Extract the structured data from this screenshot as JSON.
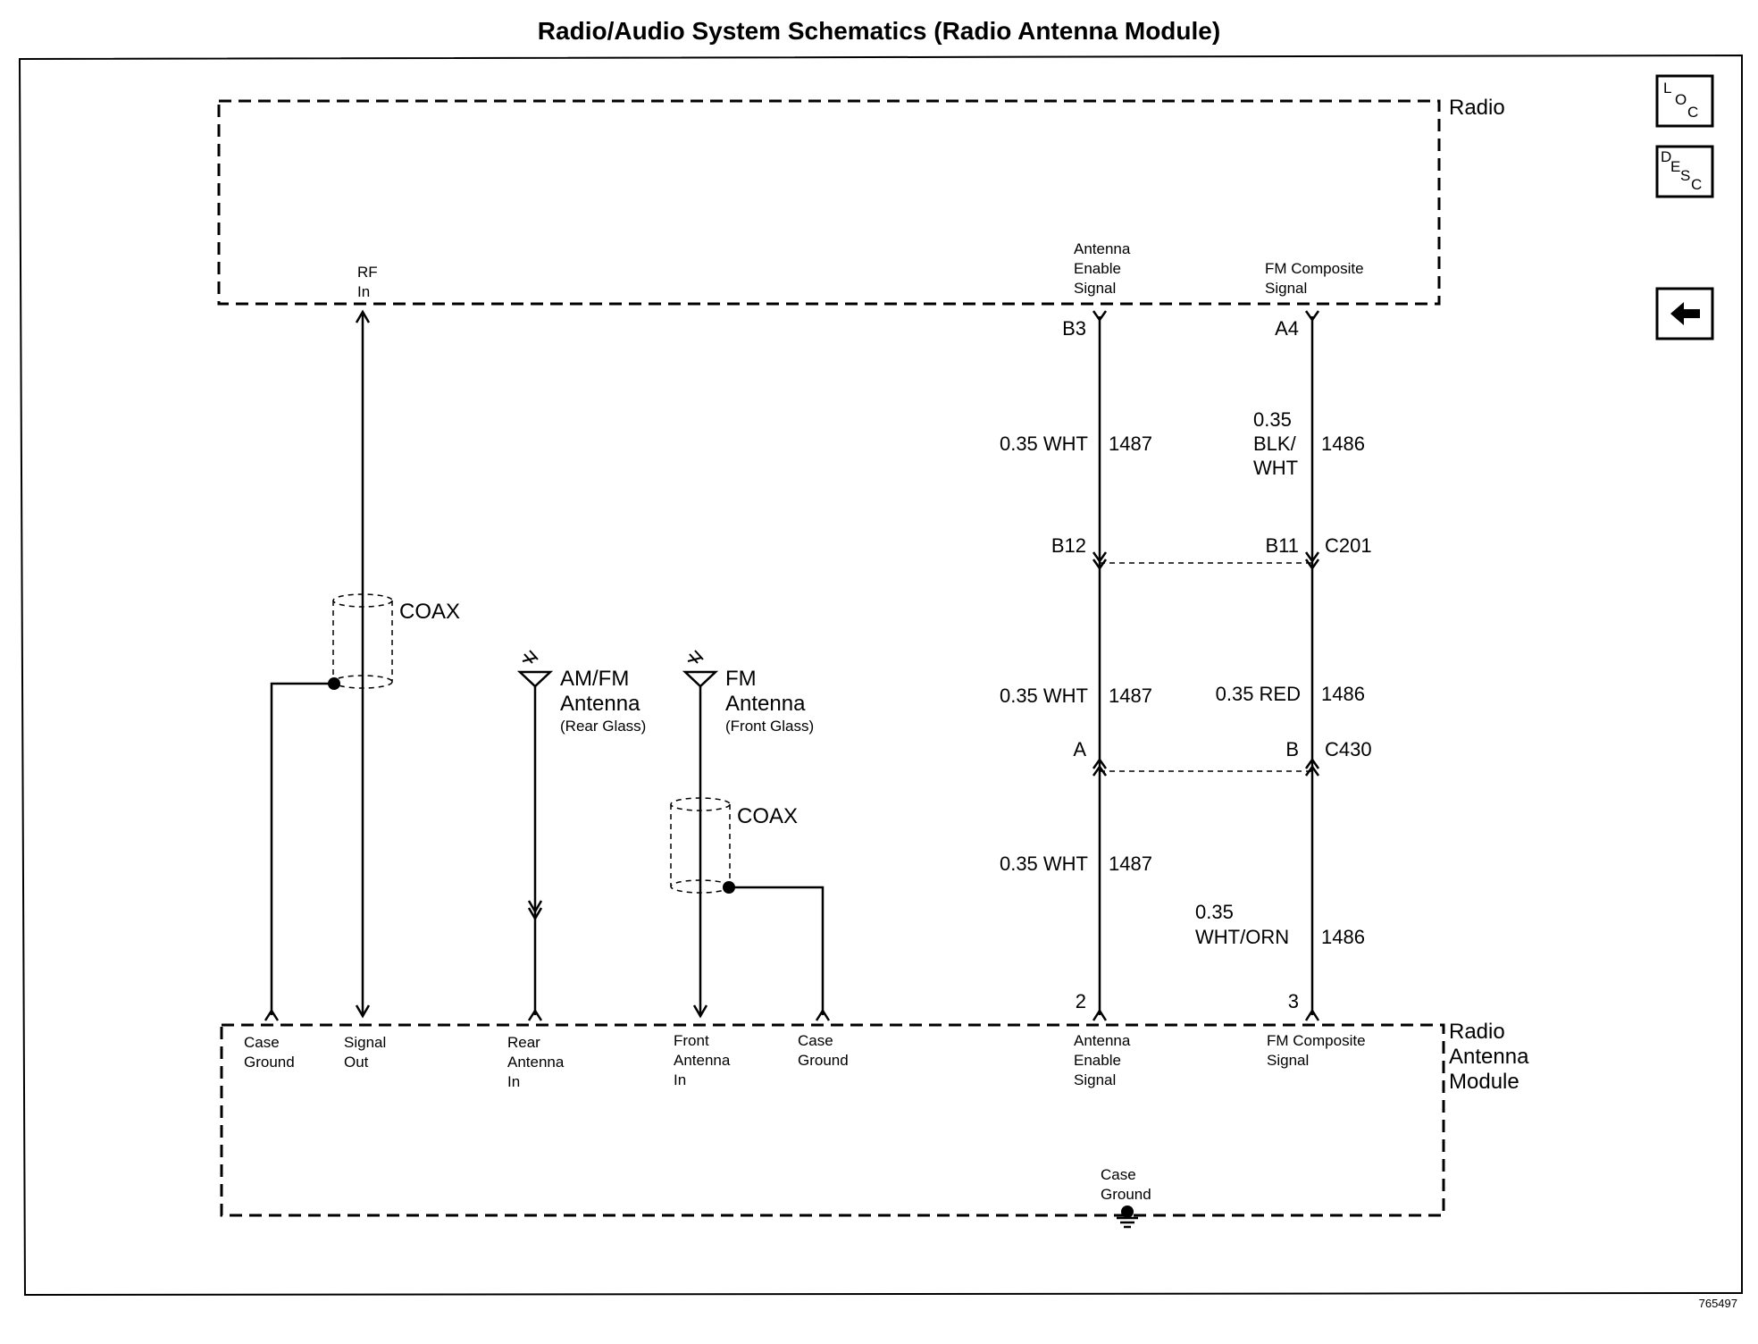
{
  "title": "Radio/Audio System Schematics (Radio Antenna Module)",
  "footer_id": "765497",
  "nav": {
    "loc": [
      "L",
      "O",
      "C"
    ],
    "desc": [
      "D",
      "E",
      "S",
      "C"
    ],
    "back_icon": "arrow-left-icon"
  },
  "radio": {
    "name": "Radio",
    "rf_in": [
      "RF",
      "In"
    ],
    "antenna_enable": [
      "Antenna",
      "Enable",
      "Signal"
    ],
    "fm_composite": [
      "FM Composite",
      "Signal"
    ]
  },
  "module": {
    "name": [
      "Radio",
      "Antenna",
      "Module"
    ],
    "case_ground_left": [
      "Case",
      "Ground"
    ],
    "signal_out": [
      "Signal",
      "Out"
    ],
    "rear_antenna_in": [
      "Rear",
      "Antenna",
      "In"
    ],
    "front_antenna_in": [
      "Front",
      "Antenna",
      "In"
    ],
    "case_ground_mid": [
      "Case",
      "Ground"
    ],
    "antenna_enable": [
      "Antenna",
      "Enable",
      "Signal"
    ],
    "fm_composite": [
      "FM Composite",
      "Signal"
    ],
    "case_ground_bottom": [
      "Case",
      "Ground"
    ]
  },
  "coax_labels": [
    "COAX",
    "COAX"
  ],
  "am_fm_antenna": [
    "AM/FM",
    "Antenna",
    "(Rear Glass)"
  ],
  "fm_antenna": [
    "FM",
    "Antenna",
    "(Front Glass)"
  ],
  "pins": {
    "b3": "B3",
    "a4": "A4",
    "b12": "B12",
    "b11": "B11",
    "c201": "C201",
    "a": "A",
    "b": "B",
    "c430": "C430",
    "p2": "2",
    "p3": "3"
  },
  "wires": {
    "enable_upper": {
      "gauge": "0.35 WHT",
      "circuit": "1487"
    },
    "composite_upper": {
      "gauge": [
        "0.35",
        "BLK/",
        "WHT"
      ],
      "circuit": "1486"
    },
    "enable_mid": {
      "gauge": "0.35 WHT",
      "circuit": "1487"
    },
    "composite_mid": {
      "gauge": "0.35 RED",
      "circuit": "1486"
    },
    "enable_lower": {
      "gauge": "0.35 WHT",
      "circuit": "1487"
    },
    "composite_lower": {
      "gauge": [
        "0.35",
        "WHT/ORN"
      ],
      "circuit": "1486"
    }
  }
}
